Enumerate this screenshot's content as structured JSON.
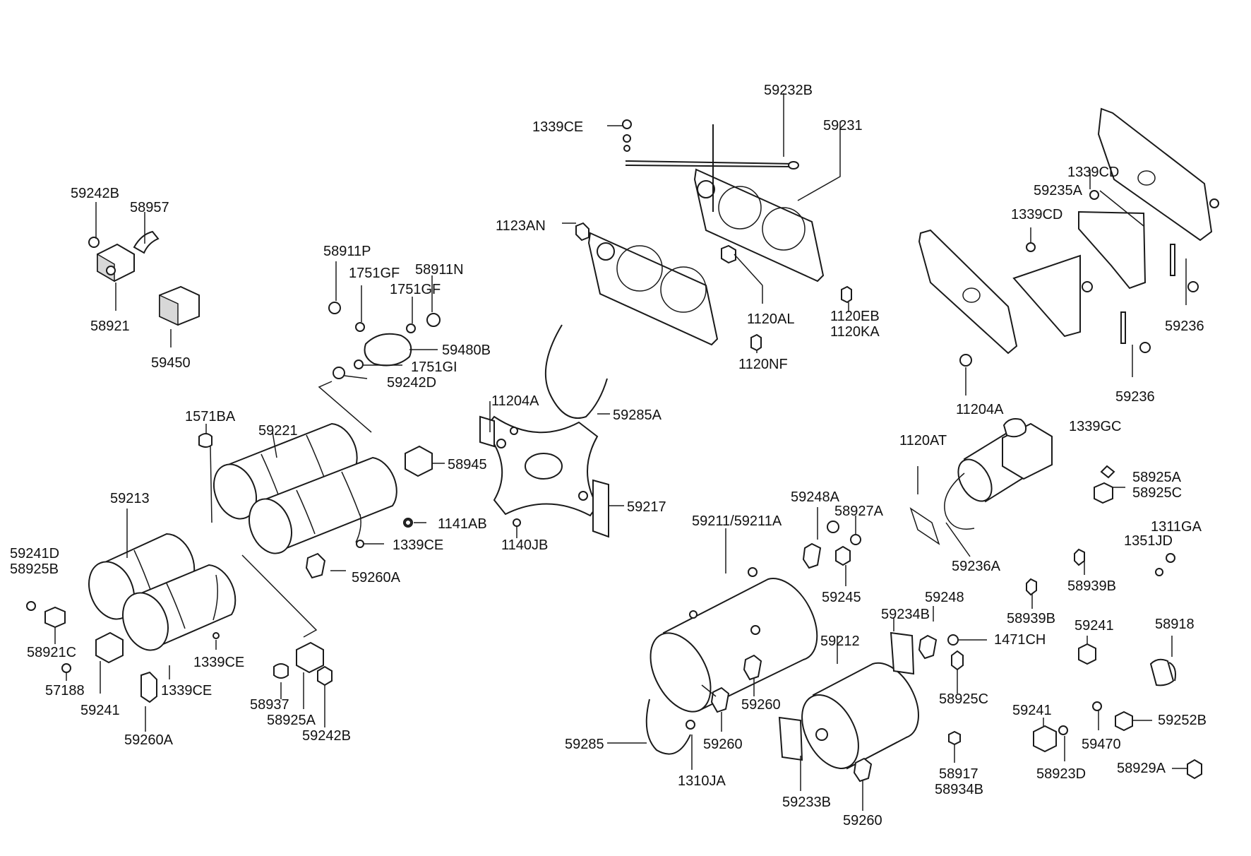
{
  "diagram": {
    "labels": [
      "59242B",
      "58957",
      "58921",
      "59450",
      "58911P",
      "1751GF",
      "58911N",
      "1751GF",
      "59480B",
      "1751GI",
      "59242D",
      "1339CE",
      "59232B",
      "59231",
      "1123AN",
      "1120AL",
      "1120EB",
      "1120KA",
      "1120NF",
      "1339CD",
      "59235A",
      "1339CD",
      "59236",
      "59236",
      "11204A",
      "1571BA",
      "59221",
      "58945",
      "11204A",
      "59285A",
      "59217",
      "1141AB",
      "1339CE",
      "1140JB",
      "59213",
      "59241D",
      "58925B",
      "58921C",
      "57188",
      "59241",
      "1339CE",
      "1339CE",
      "59260A",
      "59260A",
      "58937",
      "58925A",
      "59242B",
      "1120AT",
      "1339GC",
      "58925A",
      "58925C",
      "59236A",
      "1311GA",
      "1351JD",
      "58939B",
      "58939B",
      "59248A",
      "58927A",
      "59211/59211A",
      "59245",
      "59248",
      "59234B",
      "1471CH",
      "58925C",
      "59212",
      "59241",
      "58918",
      "59260",
      "59260",
      "59285",
      "1310JA",
      "59233B",
      "59260",
      "58917",
      "58934B",
      "59241",
      "58923D",
      "59470",
      "59252B",
      "58929A"
    ]
  }
}
